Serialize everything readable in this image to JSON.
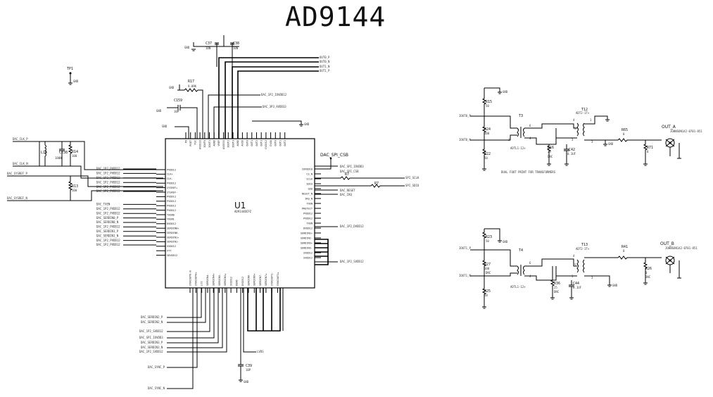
{
  "title": "AD9144",
  "ic": {
    "ref": "U1",
    "part": "AD9144BCPZ"
  },
  "test_points": {
    "tp1": "TP1"
  },
  "gnd": "GND",
  "cap_refs": {
    "c37": "C37",
    "c38": "C38",
    "c159": "C159",
    "c238": "C238",
    "c39": "C39",
    "c42": "C42",
    "c44": "C44"
  },
  "cap_vals": {
    "c37": "10N",
    "c38": "10N",
    "c159": "10P",
    "c238": "100N",
    "c39": "10P",
    "c42": "0.1UF",
    "c44": "0.1UF"
  },
  "res_refs": {
    "r17": "R17",
    "r14": "R14",
    "r13": "R13",
    "r7": "R7",
    "r15": "R15",
    "r24": "R24",
    "r22": "R22",
    "r16": "R16",
    "r65": "R65",
    "r71": "R71",
    "r23": "R23",
    "r27": "R27",
    "r25": "R25",
    "r36": "R36",
    "r41": "R41",
    "r26": "R26"
  },
  "res_vals": {
    "r17": "9.09K",
    "r14": "100",
    "r13": "100",
    "r7": "0",
    "r15": "50",
    "r24": "100",
    "r22": "50",
    "r16": "25",
    "r65": "0",
    "r71": "0",
    "r23": "50",
    "r27": "100",
    "r25": "50",
    "r36": "25",
    "r41": "0",
    "r26": "0"
  },
  "ind_refs": {
    "l16": "L16"
  },
  "left_nets": {
    "clk_p": "DAC_CLK_P",
    "clk_n": "DAC_CLK_N",
    "sysref_p": "DAC_SYSREF_P",
    "sysref_n": "DAC_SYSREF_N"
  },
  "left_power_labels": [
    "DAC_1P2_PVDD12",
    "DAC_1P2_PVDD12",
    "DAC_1P2_PVDD12",
    "DAC_1P2_PVDD12",
    "DAC_1P2_PVDD12",
    "DAC_1P2_PVDD12",
    "DAC_TXEN",
    "DAC_1P2_PVDD12",
    "DAC_1P2_PVDD12",
    "DAC_SERDIN0_P",
    "DAC_SERDIN0_N",
    "DAC_1P2_PVDD12",
    "DAC_SERDIN1_P",
    "DAC_SERDIN1_N",
    "DAC_1P2_PVDD12",
    "DAC_1P2_PVDD12"
  ],
  "left_pins": [
    "PVDD12",
    "CLK+",
    "CLK-",
    "PVDD12",
    "SYSREF+",
    "SYSREF-",
    "PVDD12",
    "PVDD12",
    "PVDD12",
    "PVDD12",
    "TXEN0",
    "TXEN1",
    "DVDD12",
    "SERDIN0+",
    "SERDIN0-",
    "SERDIN1+",
    "SERDIN1-",
    "SVDD12",
    "VTT",
    "SDVDD12"
  ],
  "right_pins": [
    "IOVDD18",
    "CS_N",
    "SCLK",
    "SDIO",
    "SDO",
    "RESET_N",
    "IRQ_N",
    "TXEN",
    "PROTECT",
    "PVDD12",
    "PVDD12",
    "TXEN",
    "DVDD12",
    "SERDIN2+",
    "SERDIN2-",
    "SERDIN3+",
    "SERDIN3-",
    "SVDD12",
    "SVDD12"
  ],
  "right_nets": {
    "cs": "DAC_SPI_CSB",
    "iovdd": "DAC_SPI_IOVDD3",
    "csn": "DAC_SPI_CSB",
    "sclk": "SPI_SCLK",
    "sdio": "SPI_SDIO",
    "reset": "DAC_RESET",
    "irq": "DAC_IRQ",
    "dvdd": "DAC_1P2_DVDD12",
    "svdd": "DAC_1P2_SVDD12"
  },
  "top_pins": [
    "PO",
    "RSET",
    "FSC",
    "AVDD33",
    "IOUT0",
    "IOUT1",
    "AGND",
    "VREF",
    "AVDD33",
    "IOUT2",
    "IOUT3",
    "AGND",
    "AVDD",
    "OUT0",
    "OUT1",
    "OUT2",
    "OUT3",
    "CVDD12",
    "DVDD",
    "OUT0",
    "OUT1",
    "OUT2"
  ],
  "top_nets": [
    "OUT0_P",
    "OUT0_N",
    "OUT1_N",
    "OUT1_P"
  ],
  "top_power": {
    "iovdd": "DAC_1P2_IOVDD12",
    "avdd": "DAC_3P3_AVDD33"
  },
  "bottom_pins": [
    "SYNCOUT0-N",
    "SYNCOUT0+",
    "VTT",
    "SERDIN4-",
    "SERDIN4+",
    "SERDIN5-",
    "SERDIN5+",
    "SVDD12",
    "DGND",
    "DVDD12",
    "SERDIN6-",
    "SERDIN6+",
    "SERDIN7-",
    "SERDIN7+",
    "SYNCOUT1-",
    "SYNCOUT1+"
  ],
  "bottom_nets": [
    "DAC_SERDIN2_P",
    "DAC_SERDIN2_N",
    "DAC_1P2_SVDD12",
    "DAC_SPI_IOVDD3",
    "DAC_SERDIN3_P",
    "DAC_SERDIN3_N",
    "DAC_1P2_SVDD12",
    "DAC_SYNC_P",
    "DAC_SYNC_N"
  ],
  "bottom_misc": {
    "lvds": "LVDS"
  },
  "dac_spi_csb": "DAC_SPI_CSB",
  "channel_a": {
    "in_p": "IOUT0_P",
    "in_n": "IOUT0_N",
    "t3": "T3",
    "t12": "T12",
    "t12_part": "ADT2-1T+",
    "t3_part": "ADTL1-12+",
    "out": "OUT_A",
    "connector": "JOHNSON142-0701-851",
    "note": "DUAL FOOT PRINT FOR TRANSFORMERS"
  },
  "channel_b": {
    "in_p": "IOUT1_P",
    "in_n": "IOUT1_N",
    "t4": "T4",
    "t13": "T13",
    "t13_part": "ADT2-1T+",
    "t4_part": "ADTL1-12+",
    "out": "OUT_B",
    "connector": "JOHNSON142-0701-851"
  },
  "pin_nums": {
    "one": "1",
    "two": "2",
    "three": "3",
    "four": "4",
    "five": "5",
    "six": "6"
  },
  "dnc": "DNC"
}
